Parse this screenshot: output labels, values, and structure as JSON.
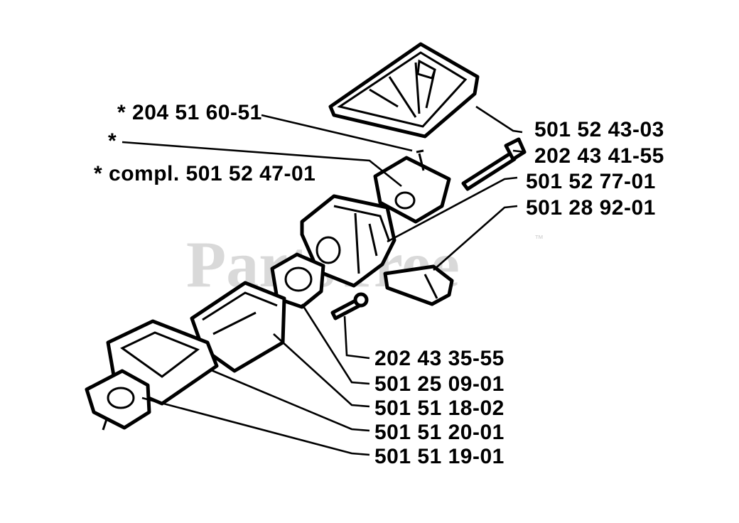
{
  "watermark": {
    "text": "PartsTree",
    "trademark": "™"
  },
  "labels": {
    "star_204516051": "* 204 51 60-51",
    "star_plain": "*",
    "compl": "* compl. 501 52 47-01",
    "p501524303": "501 52 43-03",
    "p202434155": "202 43 41-55",
    "p501527701": "501 52 77-01",
    "p501289201": "501 28 92-01",
    "p202433555": "202 43 35-55",
    "p501250901": "501 25 09-01",
    "p501511802": "501 51 18-02",
    "p501512001": "501 51 20-01",
    "p501511901": "501 51 19-01"
  }
}
